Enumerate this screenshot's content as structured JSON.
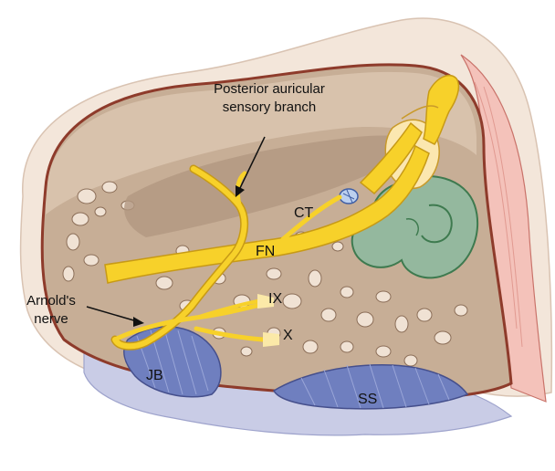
{
  "labels": {
    "posterior_line1": "Posterior auricular",
    "posterior_line2": "sensory branch",
    "ct": "CT",
    "fn": "FN",
    "arnold_line1": "Arnold's",
    "arnold_line2": "nerve",
    "ix": "IX",
    "x": "X",
    "jb": "JB",
    "ss": "SS"
  },
  "colors": {
    "skin": "#f1e3d6",
    "outline": "#8b3a2a",
    "bone": "#c4ad97",
    "bone_dark": "#9c826c",
    "nerve": "#f7d12a",
    "nerve_light": "#fbe9a8",
    "nerve_outline": "#c79a16",
    "cochlea": "#8fb59a",
    "cochlea_outline": "#3d7a4e",
    "vein": "#6f7fbf",
    "soft_tissue": "#c8cbe6",
    "canal_wall": "#f2b8b0"
  }
}
